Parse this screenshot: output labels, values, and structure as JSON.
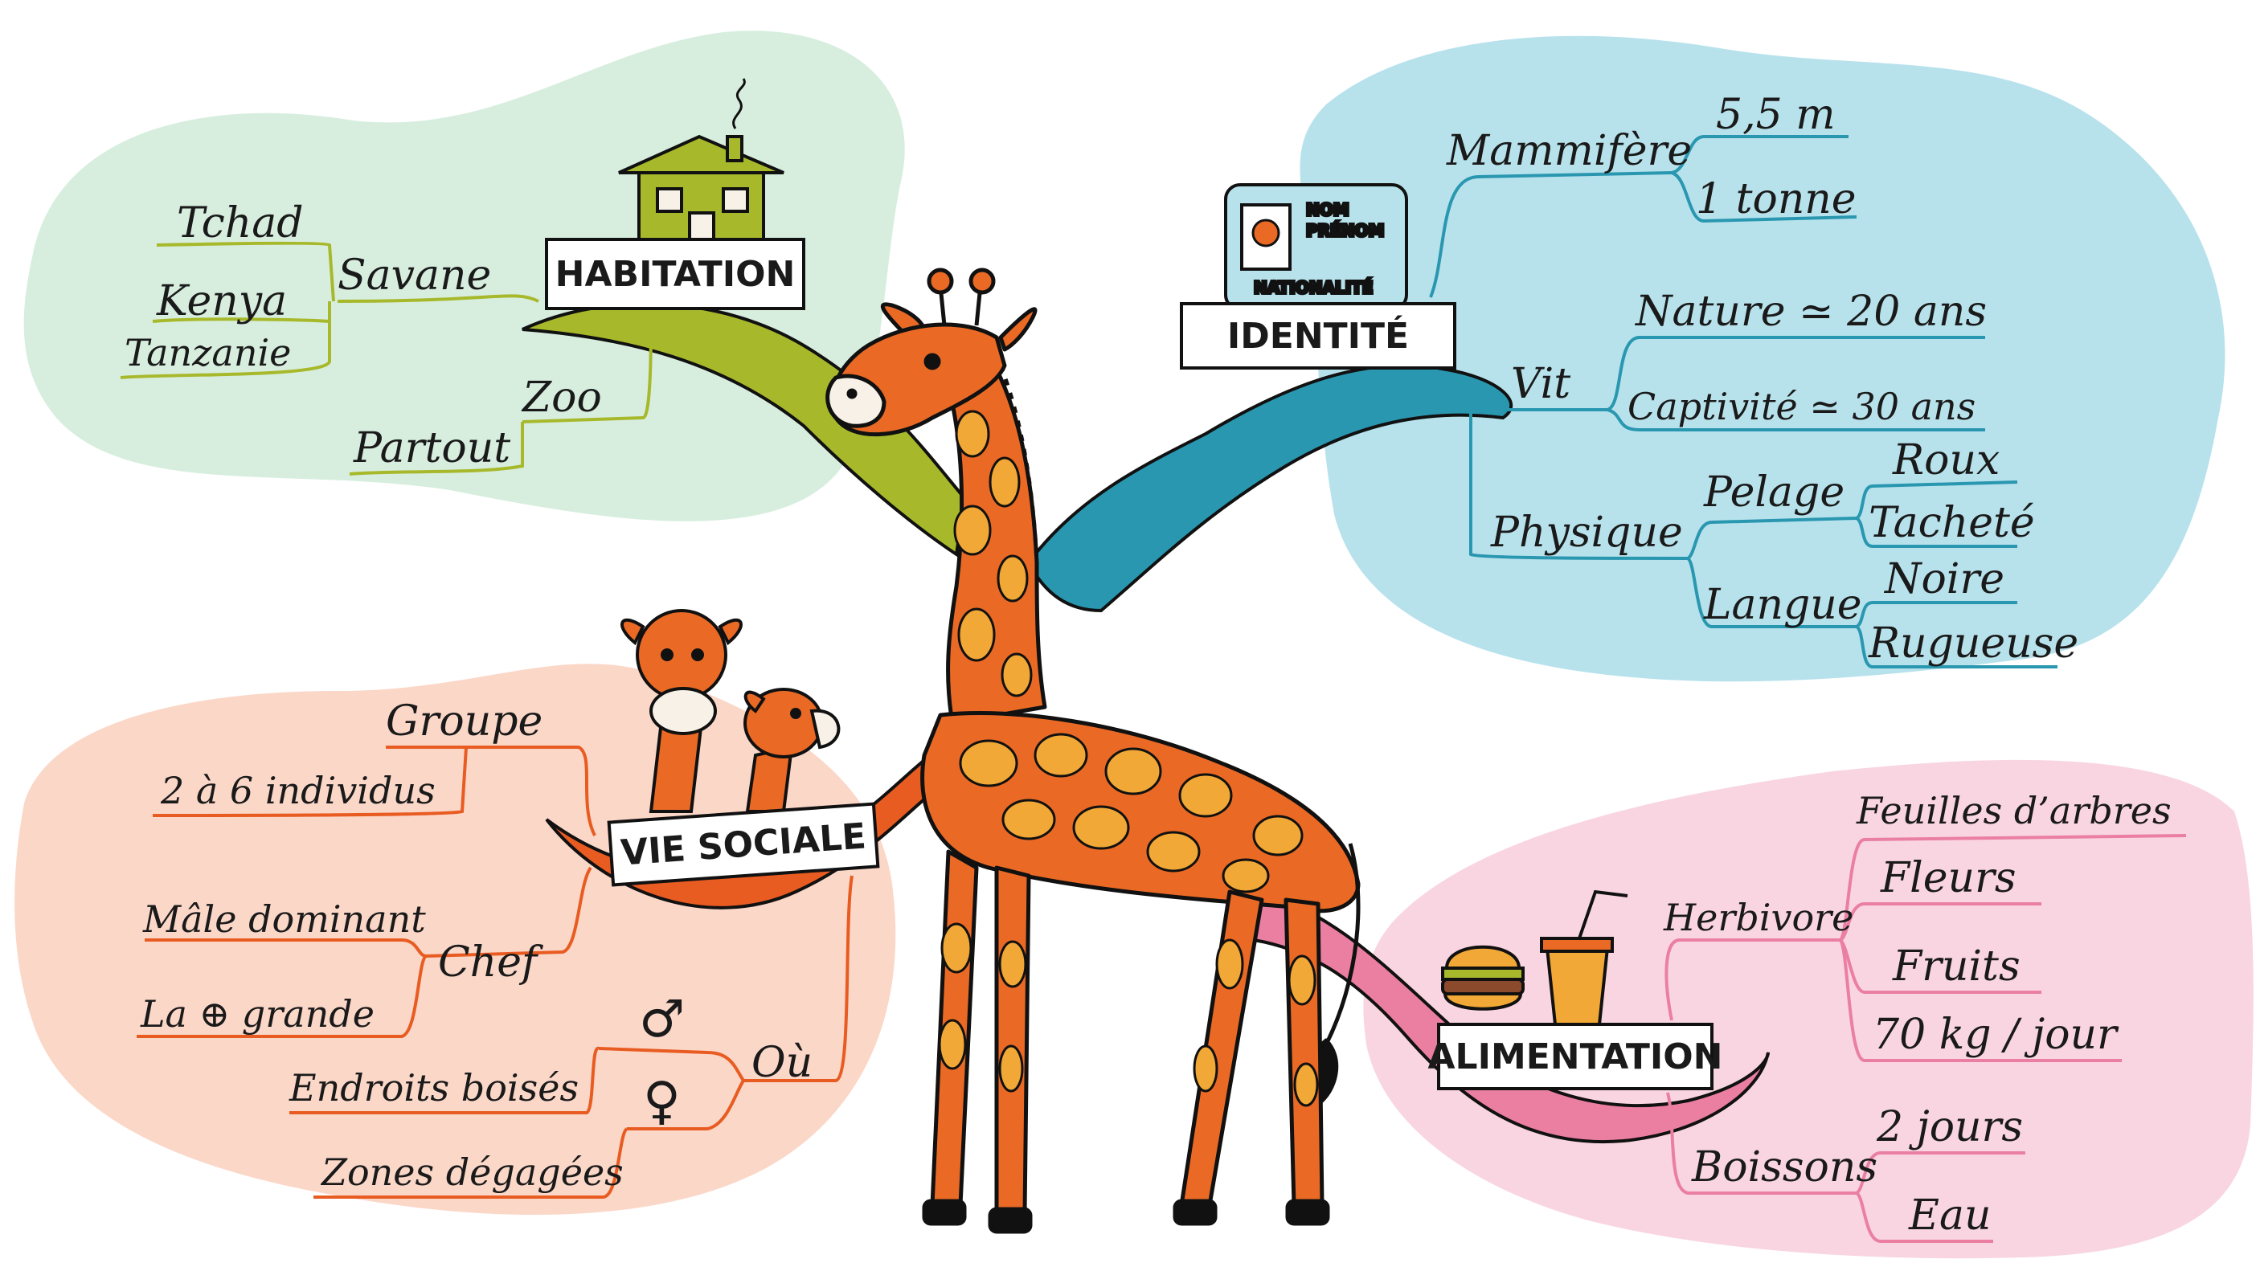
{
  "colors": {
    "habitation_bg": "#d7eedf",
    "identite_bg": "#b7e2ec",
    "vie_sociale_bg": "#fbd7c8",
    "alimentation_bg": "#f9d5e2",
    "habitation_branch": "#a7b92b",
    "identite_branch": "#2a97b0",
    "vie_sociale_branch": "#e85c22",
    "alimentation_branch": "#ea7fa2",
    "giraffe_body": "#ea6a25",
    "giraffe_spots": "#f1a836"
  },
  "central": {
    "icon": "giraffe-illustration"
  },
  "habitation": {
    "title": "HABITATION",
    "icon": "house-icon",
    "savane": "Savane",
    "tchad": "Tchad",
    "kenya": "Kenya",
    "tanzanie": "Tanzanie",
    "zoo": "Zoo",
    "partout": "Partout"
  },
  "identite": {
    "title": "IDENTITÉ",
    "card_nom": "NOM",
    "card_prenom": "PRÉNOM",
    "card_nationalite": "NATIONALITÉ",
    "mammifere": "Mammifère",
    "taille": "5,5 m",
    "poids": "1 tonne",
    "vit": "Vit",
    "nature": "Nature ≃ 20 ans",
    "captivite": "Captivité ≃ 30 ans",
    "physique": "Physique",
    "pelage": "Pelage",
    "roux": "Roux",
    "tachete": "Tacheté",
    "langue": "Langue",
    "noire": "Noire",
    "rugueuse": "Rugueuse"
  },
  "vie_sociale": {
    "title": "VIE SOCIALE",
    "icon": "two-giraffes-icon",
    "groupe": "Groupe",
    "individus": "2 à 6 individus",
    "chef": "Chef",
    "male_dominant": "Mâle dominant",
    "la_plus_grande": "La ⊕ grande",
    "ou": "Où",
    "male_symbol": "♂",
    "female_symbol": "♀",
    "endroits_boises": "Endroits boisés",
    "zones_degagees": "Zones dégagées"
  },
  "alimentation": {
    "title": "ALIMENTATION",
    "icon": "burger-and-drink-icon",
    "herbivore": "Herbivore",
    "feuilles": "Feuilles d’arbres",
    "fleurs": "Fleurs",
    "fruits": "Fruits",
    "quantite": "70 kg / jour",
    "boissons": "Boissons",
    "deux_jours": "2 jours",
    "eau": "Eau"
  }
}
